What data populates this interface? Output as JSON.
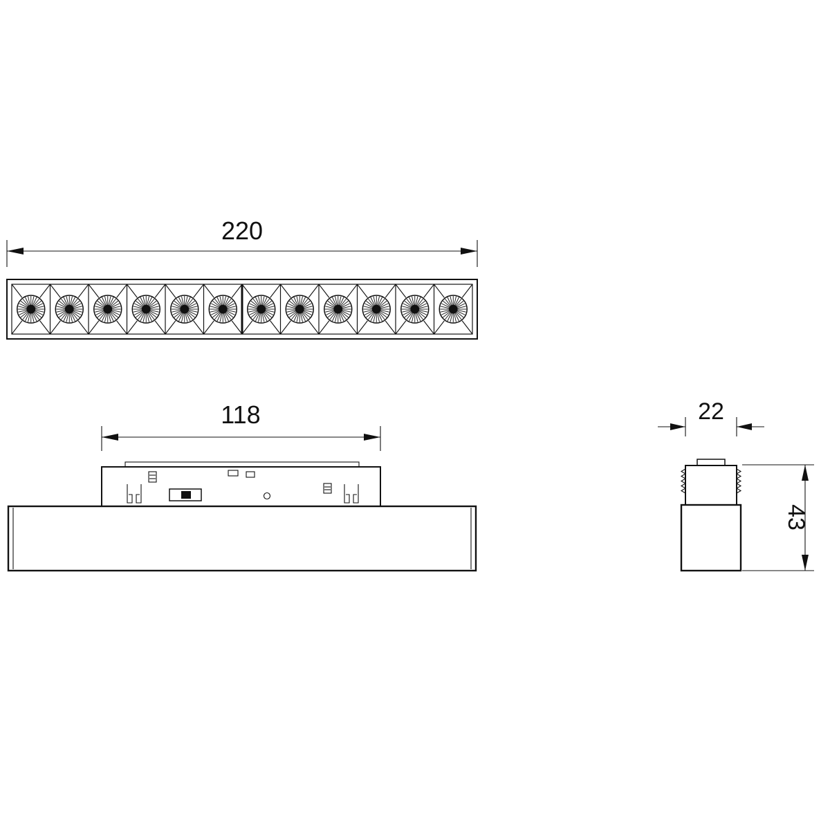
{
  "drawing": {
    "views": {
      "top": {
        "length_label": "220",
        "led_count": 12
      },
      "front": {
        "track_length_label": "118"
      },
      "side": {
        "width_label": "22",
        "height_label": "43"
      }
    }
  }
}
